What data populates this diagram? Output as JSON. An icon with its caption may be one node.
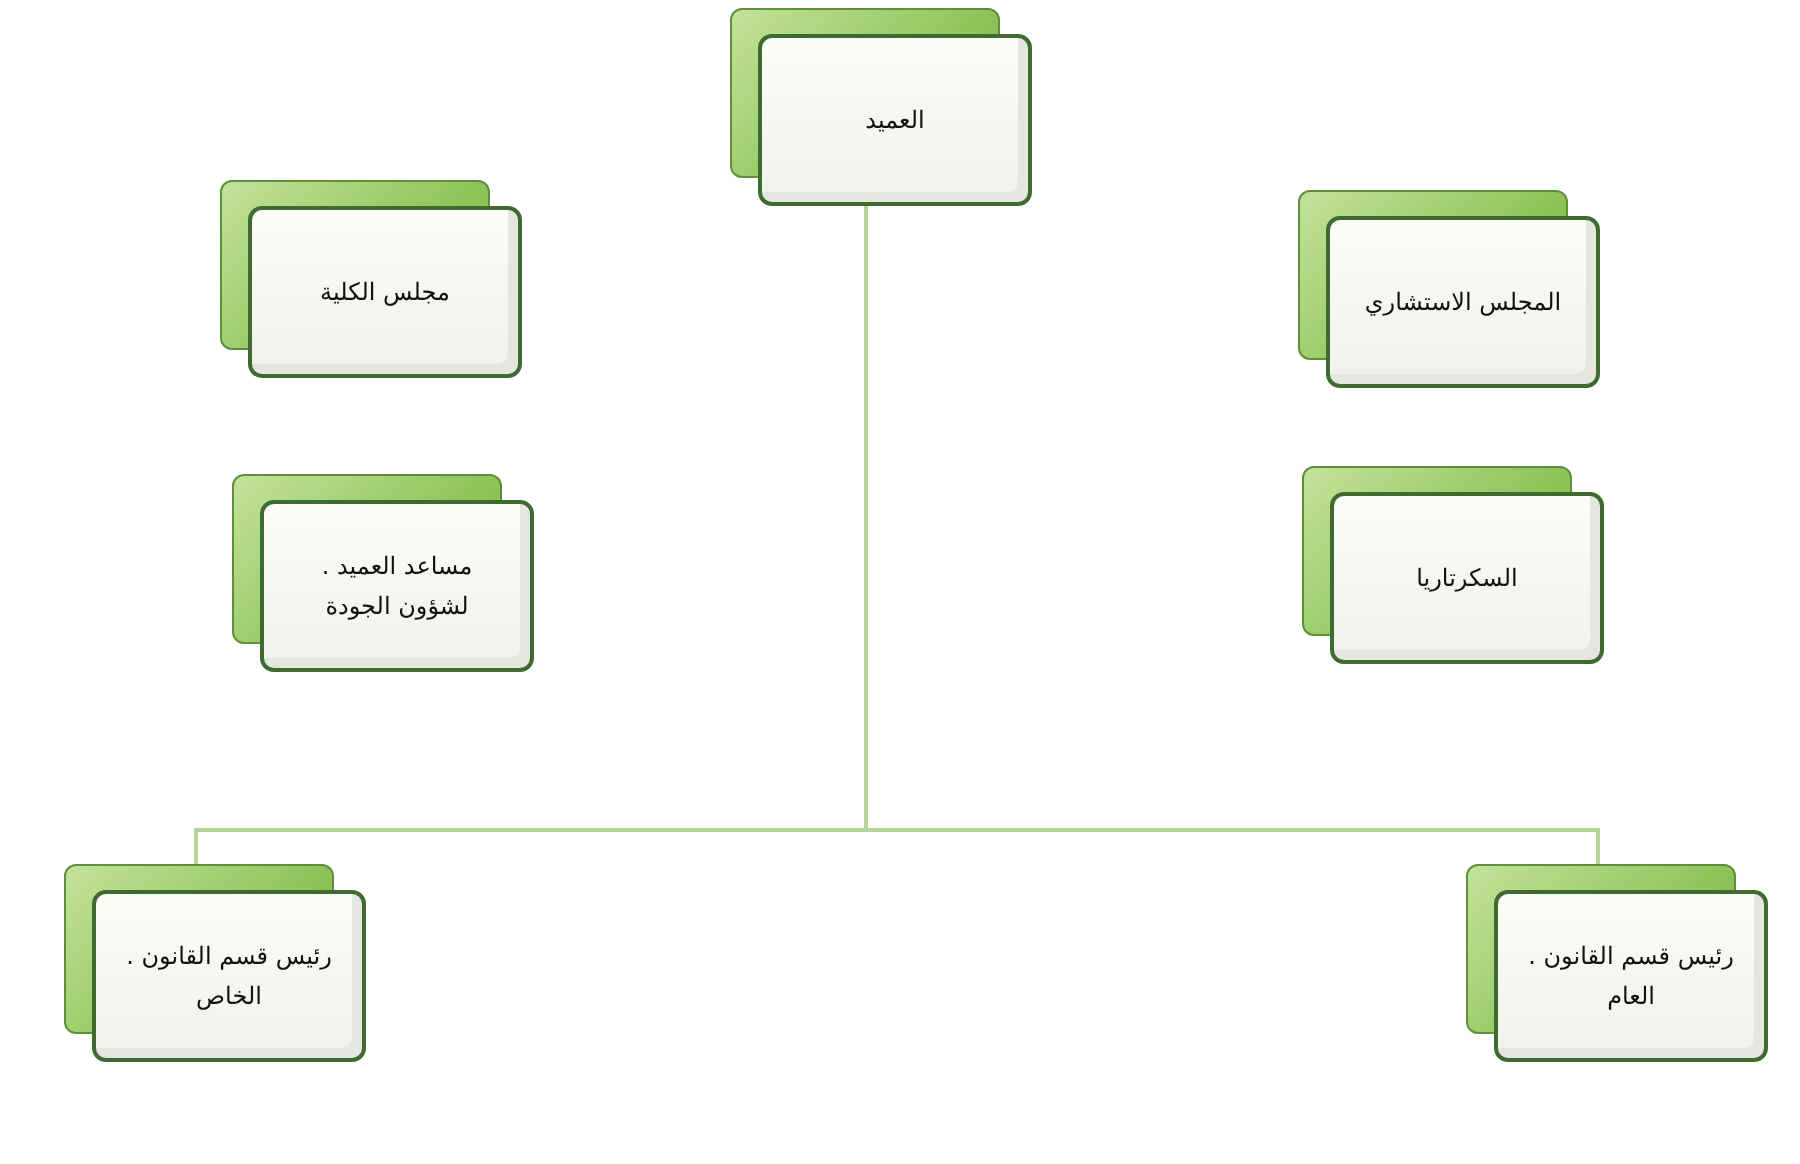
{
  "diagram": {
    "nodes": [
      {
        "text": [
          "العميد"
        ]
      },
      {
        "text": [
          "مجلس الكلية"
        ]
      },
      {
        "text": [
          "المجلس الاستشاري"
        ]
      },
      {
        "text": [
          "مساعد العميد . لشؤون الجودة"
        ]
      },
      {
        "text": [
          "السكرتاريا"
        ]
      },
      {
        "text": [
          "رئيس قسم القانون . الخاص"
        ]
      },
      {
        "text": [
          "رئيس قسم القانون . العام"
        ]
      }
    ],
    "edges": [
      {
        "from": 0,
        "to": 5,
        "arrow": "none"
      },
      {
        "from": 0,
        "to": 6,
        "arrow": "none"
      }
    ]
  }
}
